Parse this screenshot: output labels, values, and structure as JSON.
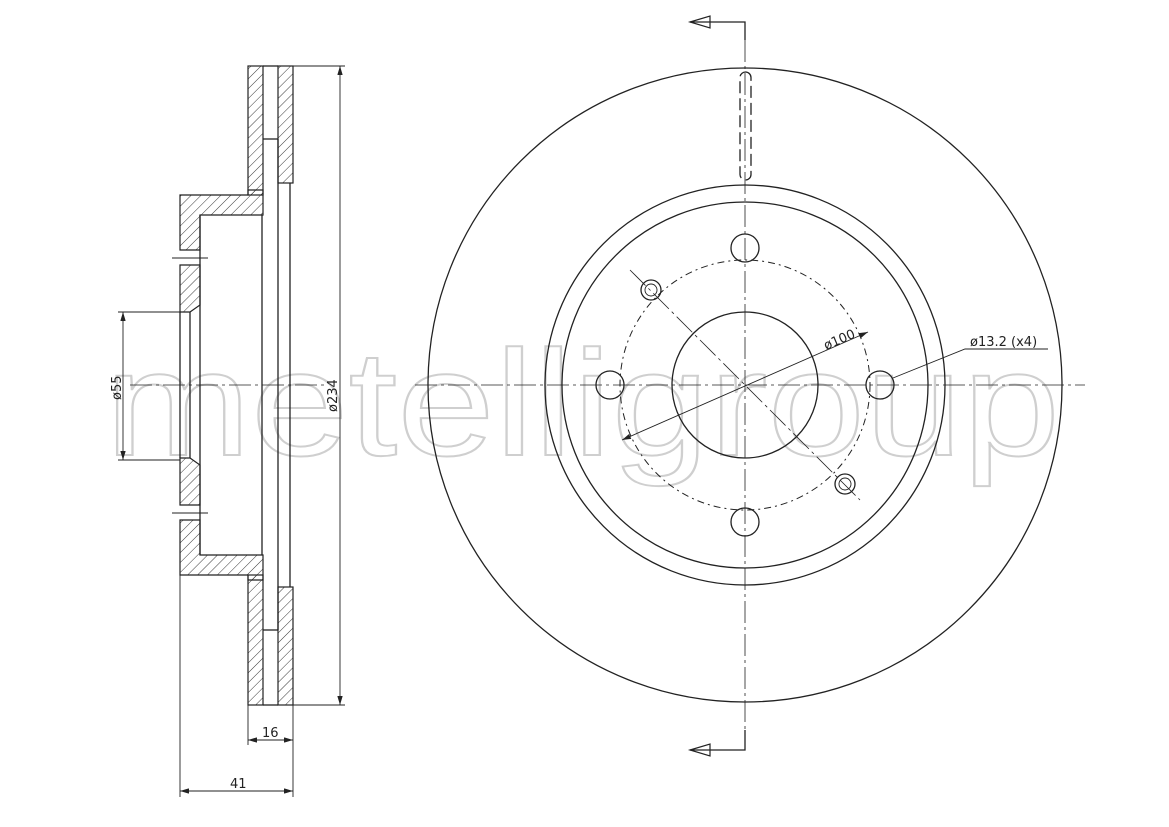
{
  "watermark": "metelligroup",
  "dimensions": {
    "bore_diameter": "ø55",
    "outer_diameter": "ø234",
    "disc_thickness": "16",
    "total_height": "41",
    "pcd": "ø100",
    "bolt_holes": "ø13.2 (x4)"
  }
}
